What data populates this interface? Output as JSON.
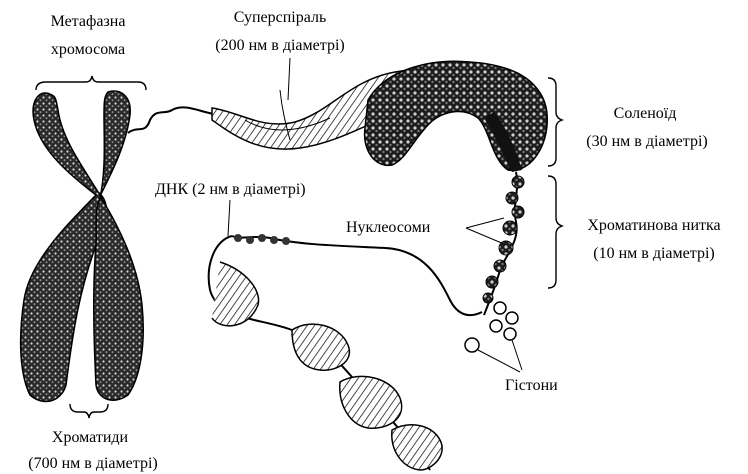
{
  "labels": {
    "metaphase_line1": "Метафазна",
    "metaphase_line2": "хромосома",
    "supercoil_line1": "Суперспіраль",
    "supercoil_line2": "(200 нм в діаметрі)",
    "solenoid_line1": "Соленоїд",
    "solenoid_line2": "(30 нм в діаметрі)",
    "dna": "ДНК (2 нм в діаметрі)",
    "nucleosomes": "Нуклеосоми",
    "fiber_line1": "Хроматинова нитка",
    "fiber_line2": "(10 нм в діаметрі)",
    "histones": "Гістони",
    "chromatids_line1": "Хроматиди",
    "chromatids_line2": "(700 нм в діаметрі)"
  }
}
